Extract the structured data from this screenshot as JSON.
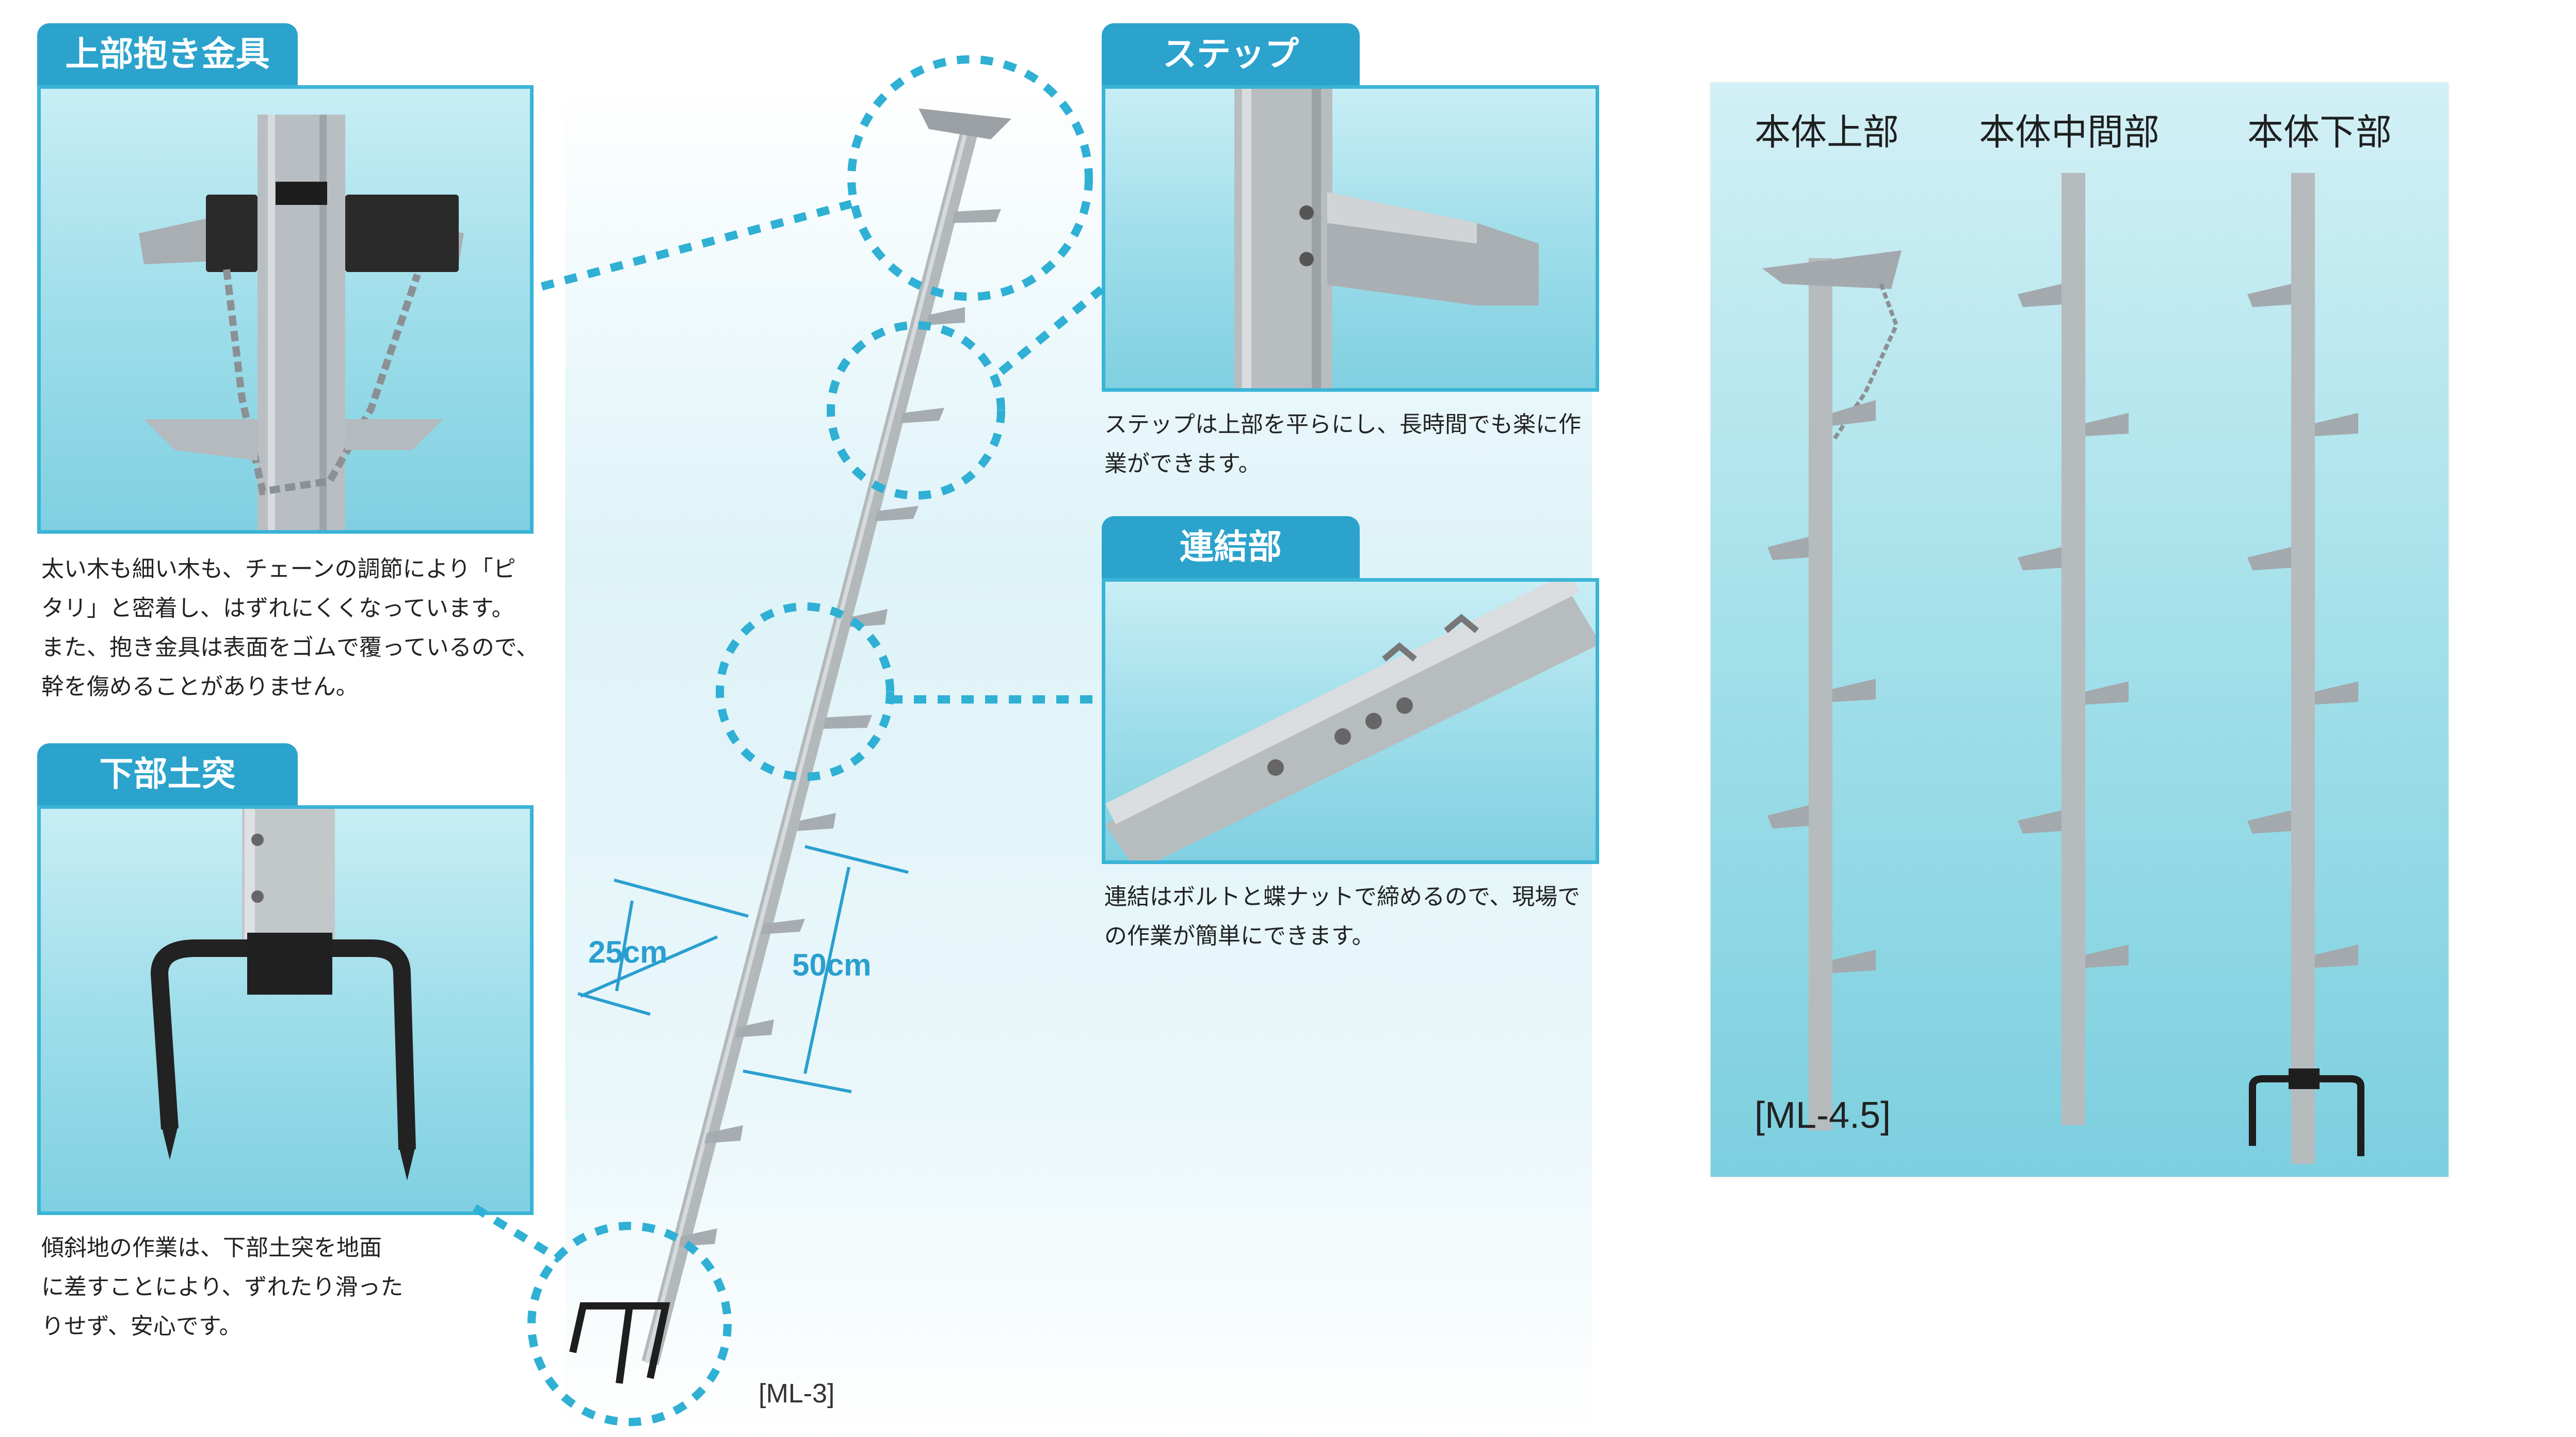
{
  "sections": {
    "top_clamp": {
      "label": "上部抱き金具",
      "text": "太い木も細い木も、チェーンの調節により「ピ\nタリ」と密着し、はずれにくくなっています。\nまた、抱き金具は表面をゴムで覆っているので、\n幹を傷めることがありません。"
    },
    "bottom_spike": {
      "label": "下部土突",
      "text": "傾斜地の作業は、下部土突を地面\nに差すことにより、ずれたり滑った\nりせず、安心です。"
    },
    "step": {
      "label": "ステップ",
      "text": "ステップは上部を平らにし、長時間でも楽に作\n業ができます。"
    },
    "joint": {
      "label": "連結部",
      "text": "連結はボルトと蝶ナットで締めるので、現場で\nの作業が簡単にできます。"
    }
  },
  "main_ladder": {
    "dim_short": "25cm",
    "dim_long": "50cm",
    "model": "[ML-3]"
  },
  "parts_panel": {
    "headings": [
      "本体上部",
      "本体中間部",
      "本体下部"
    ],
    "model": "[ML-4.5]"
  },
  "colors": {
    "accent": "#2ba3cc",
    "border": "#3ab4d6",
    "dotted": "#2fb0d4",
    "panel_top": "#c6ecf2",
    "panel_bottom": "#7ccfdf",
    "metal": "#b9bec2"
  }
}
